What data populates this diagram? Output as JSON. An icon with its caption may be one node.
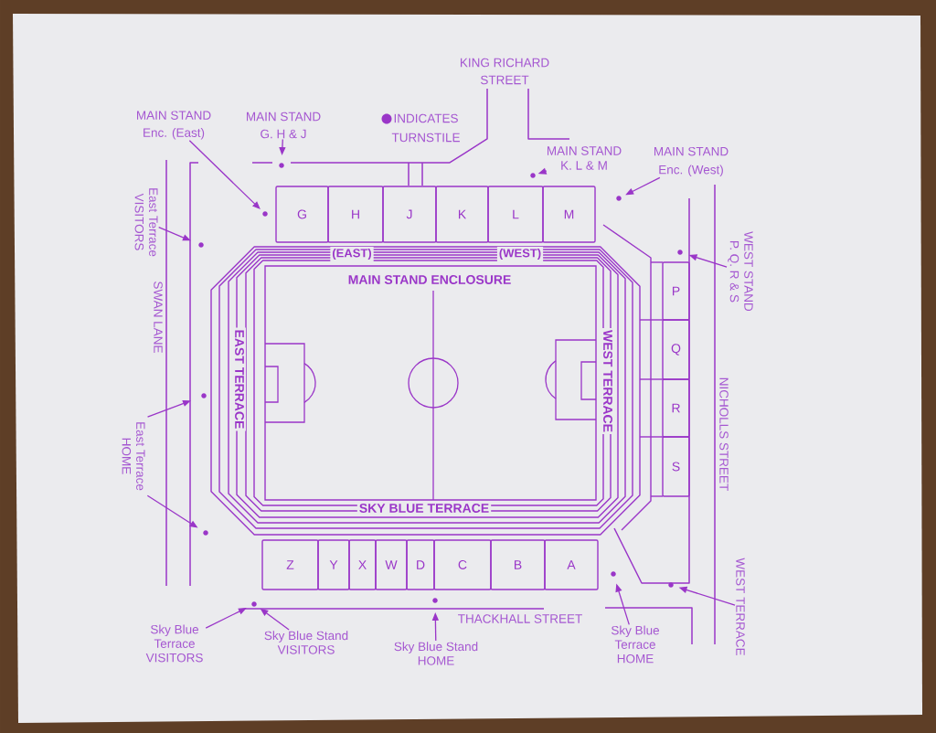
{
  "diagram": {
    "nodes": [
      {
        "text": [
          "MAIN STAND Enc. (East)"
        ]
      },
      {
        "text": [
          "MAIN STAND G. H & J"
        ]
      },
      {
        "text": [
          "MAIN STAND K. L & M"
        ]
      },
      {
        "text": [
          "MAIN STAND Enc. (West)"
        ]
      },
      {
        "text": [],
        "shape": "circle"
      },
      {
        "text": [],
        "shape": "circle"
      },
      {
        "text": [],
        "shape": "circle"
      },
      {
        "text": [
          "G"
        ]
      },
      {
        "text": [
          "H"
        ]
      },
      {
        "text": [
          "J"
        ]
      },
      {
        "text": [
          "K"
        ]
      },
      {
        "text": [
          "L"
        ]
      },
      {
        "text": [
          "M"
        ]
      },
      {
        "text": [],
        "shape": "circle"
      },
      {
        "text": [
          "East Terrace VISITORS"
        ]
      },
      {
        "text": [],
        "shape": "circle"
      },
      {
        "text": [],
        "shape": "circle"
      },
      {
        "text": [
          "WEST STAND P. Q. R & S"
        ]
      },
      {
        "text": [
          "P"
        ]
      },
      {
        "text": [
          "Q"
        ]
      },
      {
        "text": [
          "R"
        ]
      },
      {
        "text": [
          "S"
        ]
      },
      {
        "text": [],
        "shape": "circle"
      },
      {
        "text": [
          "East Terrace HOME"
        ]
      },
      {
        "text": [],
        "shape": "circle"
      },
      {
        "text": [
          "Z"
        ]
      },
      {
        "text": [
          "Y"
        ]
      },
      {
        "text": [
          "X"
        ]
      },
      {
        "text": [
          "W"
        ]
      },
      {
        "text": [
          "D"
        ]
      },
      {
        "text": [
          "C"
        ]
      },
      {
        "text": [
          "B"
        ]
      },
      {
        "text": [
          "A"
        ]
      },
      {
        "text": [],
        "shape": "circle"
      },
      {
        "text": [],
        "shape": "circle"
      },
      {
        "text": [
          "WEST TERRACE"
        ]
      },
      {
        "text": [],
        "shape": "circle"
      },
      {
        "text": [],
        "shape": "circle"
      },
      {
        "text": [
          "Sky Blue Terrace VISITORS"
        ]
      },
      {
        "text": [
          "Sky Blue Stand VISITORS"
        ]
      },
      {
        "text": [
          "Sky Blue Stand HOME"
        ]
      },
      {
        "text": [
          "Sky Blue Terrace HOME"
        ]
      }
    ],
    "edges": [
      {
        "from": 0,
        "to": 6,
        "arrow": "to"
      },
      {
        "from": 1,
        "to": 4,
        "arrow": "to"
      },
      {
        "from": 2,
        "to": 5,
        "arrow": "to"
      },
      {
        "from": 3,
        "to": 13,
        "arrow": "to"
      },
      {
        "from": 14,
        "to": 15,
        "arrow": "to"
      },
      {
        "from": 17,
        "to": 16,
        "arrow": "to"
      },
      {
        "from": 23,
        "to": 22,
        "arrow": "to"
      },
      {
        "from": 23,
        "to": 24,
        "arrow": "to"
      },
      {
        "from": 35,
        "to": 34,
        "arrow": "to"
      },
      {
        "from": 38,
        "to": 36,
        "arrow": "to"
      },
      {
        "from": 39,
        "to": 36,
        "arrow": "to"
      },
      {
        "from": 40,
        "to": 37,
        "arrow": "to"
      },
      {
        "from": 41,
        "to": 33,
        "arrow": "to"
      }
    ],
    "labels": [
      "KING RICHARD STREET",
      "(EAST)",
      "(WEST)",
      "MAIN STAND ENCLOSURE",
      "SWAN LANE",
      "EAST TERRACE",
      "WEST TERRACE",
      "NICHOLLS STREET",
      "SKY BLUE TERRACE",
      "THACKHALL STREET"
    ],
    "legend": [
      {
        "text": "INDICATES TURNSTILE"
      }
    ]
  }
}
